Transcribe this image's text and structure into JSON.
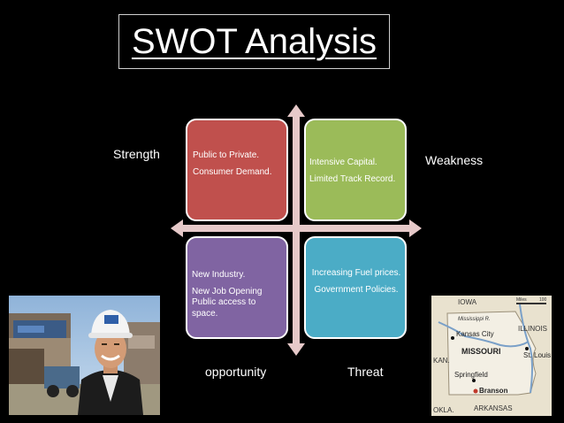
{
  "slide": {
    "title": "SWOT Analysis"
  },
  "labels": {
    "strength": "Strength",
    "weakness": "Weakness",
    "opportunity": "opportunity",
    "threat": "Threat"
  },
  "quadrants": {
    "strength": {
      "lines": [
        "Public to Private.",
        "Consumer Demand."
      ],
      "color": "#c0504d"
    },
    "weakness": {
      "lines": [
        "Intensive Capital.",
        "Limited Track Record."
      ],
      "color": "#9bbb59"
    },
    "opportunity": {
      "lines": [
        "New Industry.",
        "New Job Opening",
        "Public access to space."
      ],
      "color": "#8064a2"
    },
    "threat": {
      "lines": [
        "Increasing Fuel prices.",
        "Government Policies."
      ],
      "color": "#4bacc6"
    }
  },
  "map": {
    "states": [
      "IOWA",
      "ILLINOIS",
      "KAN.",
      "MISSOURI",
      "OKLA.",
      "ARKANSAS"
    ],
    "cities": [
      "Kansas City",
      "St. Louis",
      "Springfield",
      "Branson"
    ],
    "river": "Mississippi R.",
    "scale": "Miles",
    "scale_value": "100"
  }
}
